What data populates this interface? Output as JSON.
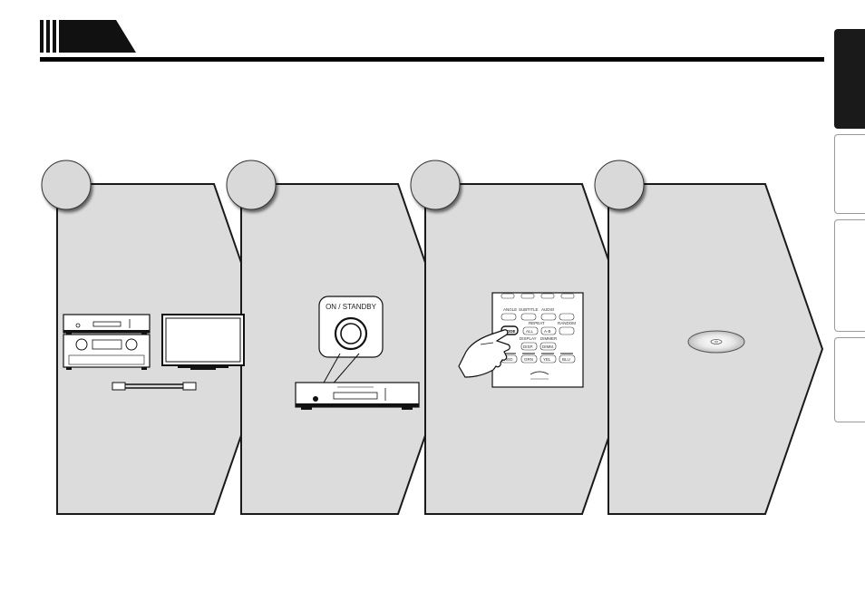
{
  "side_tabs": [
    {
      "active": true
    },
    {
      "active": false
    },
    {
      "active": false
    },
    {
      "active": false
    }
  ],
  "steps": [
    {
      "illustration": "connection-illustration"
    },
    {
      "illustration": "power-button-illustration",
      "button_label": "ON / STANDBY"
    },
    {
      "illustration": "remote-mode-illustration",
      "remote_labels": {
        "angle": "ANGLE",
        "subtitle": "SUBTITLE",
        "audio": "AUDIO",
        "repeat": "REPEAT",
        "random": "RANDOM",
        "all": "ALL",
        "ab": "A-B",
        "display": "DISPLAY",
        "dimmer": "DIMMER",
        "disp": "DISP.",
        "dimm": "DIMM.",
        "mode": "MODE",
        "red": "RED",
        "grn": "GRN",
        "yel": "YEL",
        "blu": "BLU"
      }
    },
    {
      "illustration": "disc-illustration"
    }
  ],
  "colors": {
    "panel": "#dcdcdc",
    "panel_stroke": "#1a1a1a",
    "circle": "#d9d9d9"
  }
}
